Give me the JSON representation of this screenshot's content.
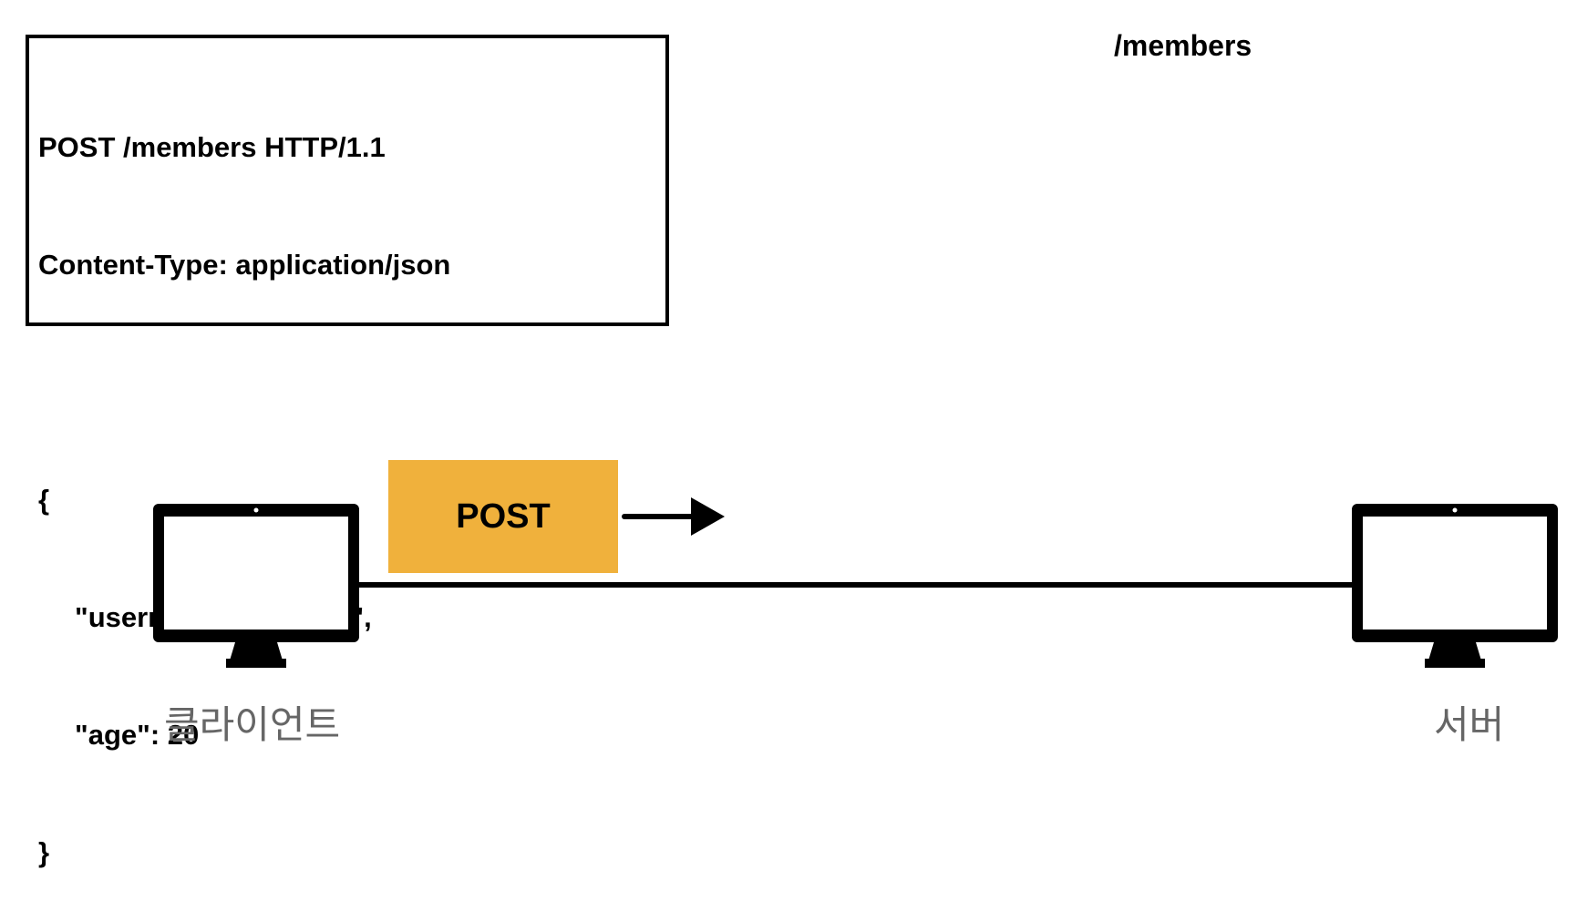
{
  "request": {
    "line1": "POST /members HTTP/1.1",
    "line2": "Content-Type: application/json",
    "line3": "",
    "line4": "{",
    "line5": "\"username\": \"young\",",
    "line6": "\"age\": 20",
    "line7": "}"
  },
  "resource_path": "/members",
  "method_label": "POST",
  "client_label": "클라이언트",
  "server_label": "서버",
  "colors": {
    "method_box": "#f0b13c",
    "label_gray": "#666666"
  }
}
